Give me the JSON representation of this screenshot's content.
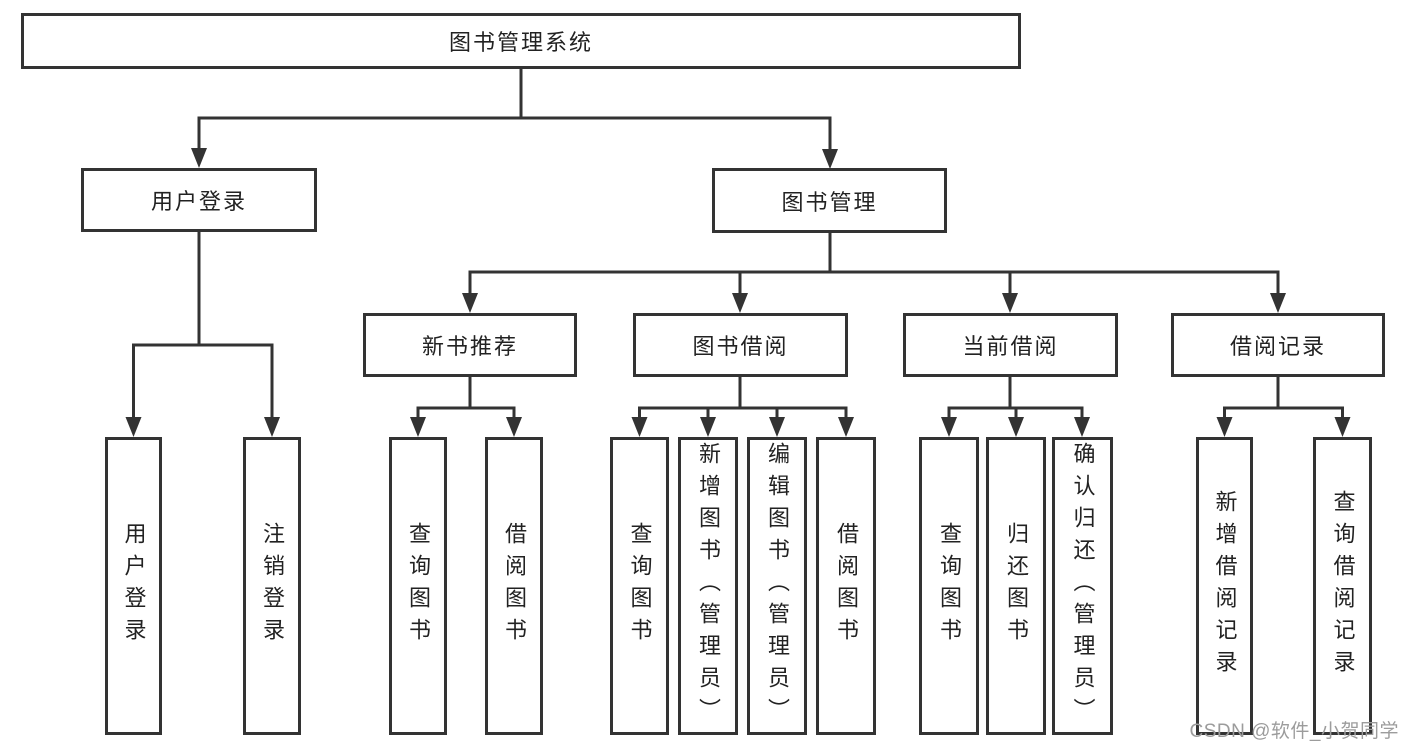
{
  "tree": {
    "root": {
      "label": "图书管理系统",
      "children": [
        {
          "label": "用户登录",
          "children": [
            {
              "label": "用户登录"
            },
            {
              "label": "注销登录"
            }
          ]
        },
        {
          "label": "图书管理",
          "children": [
            {
              "label": "新书推荐",
              "children": [
                {
                  "label": "查询图书"
                },
                {
                  "label": "借阅图书"
                }
              ]
            },
            {
              "label": "图书借阅",
              "children": [
                {
                  "label": "查询图书"
                },
                {
                  "label": "新增图书（管理员）"
                },
                {
                  "label": "编辑图书（管理员）"
                },
                {
                  "label": "借阅图书"
                }
              ]
            },
            {
              "label": "当前借阅",
              "children": [
                {
                  "label": "查询图书"
                },
                {
                  "label": "归还图书"
                },
                {
                  "label": "确认归还（管理员）"
                }
              ]
            },
            {
              "label": "借阅记录",
              "children": [
                {
                  "label": "新增借阅记录"
                },
                {
                  "label": "查询借阅记录"
                }
              ]
            }
          ]
        }
      ]
    },
    "colors": {
      "line": "#333333",
      "text": "#222222",
      "background": "#ffffff",
      "watermark_gray": "#9c9c9c"
    }
  },
  "watermark": {
    "text": "CSDN @软件_小贺同学"
  }
}
